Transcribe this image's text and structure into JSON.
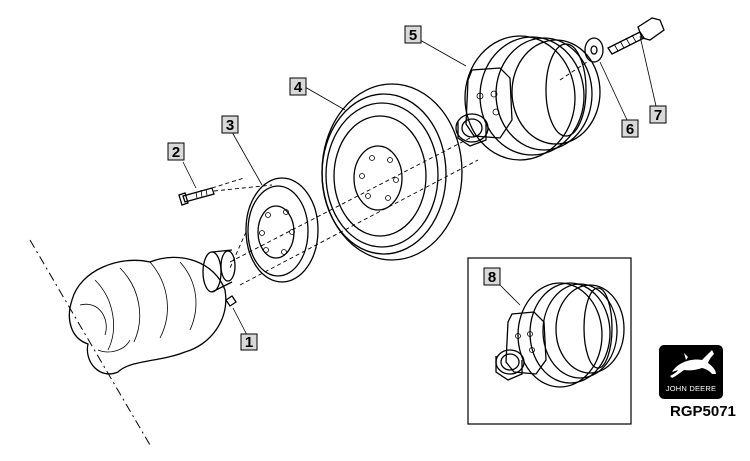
{
  "callouts": [
    {
      "id": "1",
      "label": "1"
    },
    {
      "id": "2",
      "label": "2"
    },
    {
      "id": "3",
      "label": "3"
    },
    {
      "id": "4",
      "label": "4"
    },
    {
      "id": "5",
      "label": "5"
    },
    {
      "id": "6",
      "label": "6"
    },
    {
      "id": "7",
      "label": "7"
    },
    {
      "id": "8",
      "label": "8"
    }
  ],
  "logo": {
    "brand": "JOHN DEERE"
  },
  "reference_code": "RGP5071"
}
